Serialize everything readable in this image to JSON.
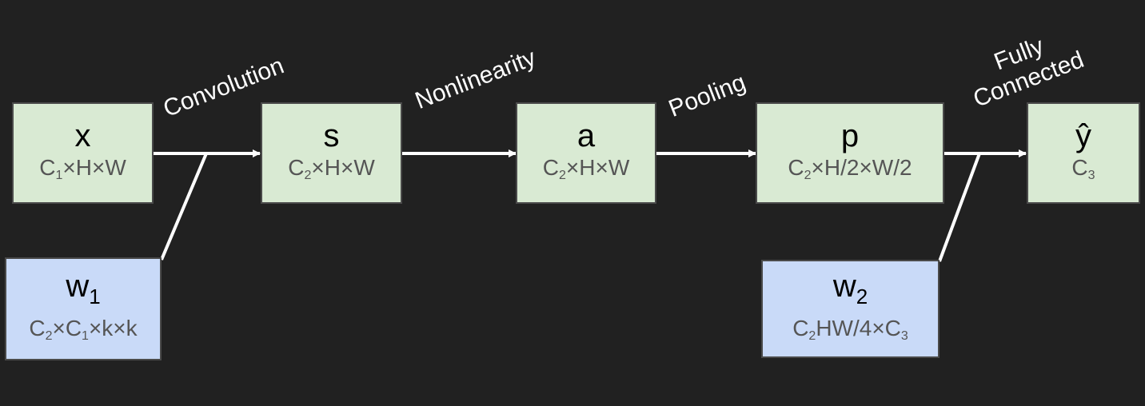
{
  "nodes": {
    "x": {
      "name": "x",
      "dims_a": "C",
      "dims_a_sub": "1",
      "dims_b": "×H×W"
    },
    "s": {
      "name": "s",
      "dims_a": "C",
      "dims_a_sub": "2",
      "dims_b": "×H×W"
    },
    "a": {
      "name": "a",
      "dims_a": "C",
      "dims_a_sub": "2",
      "dims_b": "×H×W"
    },
    "p": {
      "name": "p",
      "dims_a": "C",
      "dims_a_sub": "2",
      "dims_b": "×H/2×W/2"
    },
    "y": {
      "name": "ŷ",
      "dims_a": "C",
      "dims_a_sub": "3",
      "dims_b": ""
    },
    "w1": {
      "name": "w",
      "name_sub": "1",
      "d1": "C",
      "d1_sub": "2",
      "d2": "×C",
      "d2_sub": "1",
      "d3": "×k×k"
    },
    "w2": {
      "name": "w",
      "name_sub": "2",
      "d1": "C",
      "d1_sub": "2",
      "d2": "HW/4×C",
      "d2_sub": "3"
    }
  },
  "operations": {
    "convolution": "Convolution",
    "nonlinearity": "Nonlinearity",
    "pooling": "Pooling",
    "fully_connected_line1": "Fully",
    "fully_connected_line2": "Connected"
  },
  "colors": {
    "background": "#212121",
    "data_box": "#d9ead3",
    "weight_box": "#c9daf8",
    "arrows": "#ffffff"
  }
}
